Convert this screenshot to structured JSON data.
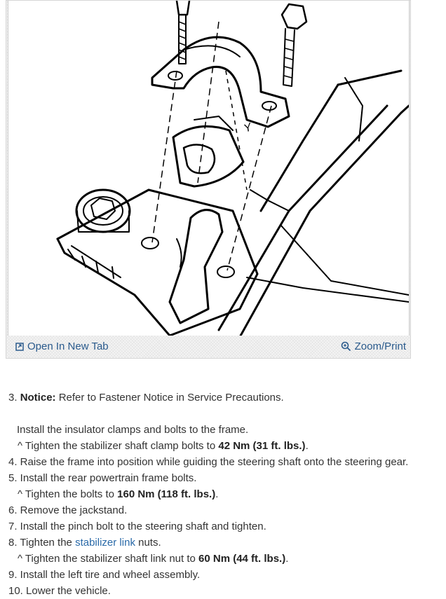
{
  "figure": {
    "open_tab_label": "Open In New Tab",
    "zoom_label": "Zoom/Print",
    "callout_label": "Y",
    "link_icon": "new-tab-icon",
    "zoom_icon": "magnifier-icon"
  },
  "steps": {
    "s3_num": "3.",
    "s3_notice": "Notice:",
    "s3_text": " Refer to Fastener Notice in Service Precautions.",
    "s3_sub": "Install the insulator clamps and bolts to the frame.",
    "s3_bullet_pre": "^ Tighten the stabilizer shaft clamp bolts to ",
    "s3_bullet_bold": "42 Nm (31 ft. lbs.)",
    "s3_bullet_post": ".",
    "s4": "4. Raise the frame into position while guiding the steering shaft onto the steering gear.",
    "s5": "5. Install the rear powertrain frame bolts.",
    "s5_bullet_pre": "^ Tighten the bolts to ",
    "s5_bullet_bold": "160 Nm (118 ft. lbs.)",
    "s5_bullet_post": ".",
    "s6": "6. Remove the jackstand.",
    "s7": "7. Install the pinch bolt to the steering shaft and tighten.",
    "s8_pre": "8. Tighten the ",
    "s8_link": "stabilizer link",
    "s8_post": " nuts.",
    "s8_bullet_pre": "^ Tighten the stabilizer shaft link nut to ",
    "s8_bullet_bold": "60 Nm (44 ft. lbs.)",
    "s8_bullet_post": ".",
    "s9": "9. Install the left tire and wheel assembly.",
    "s10": "10. Lower the vehicle."
  }
}
